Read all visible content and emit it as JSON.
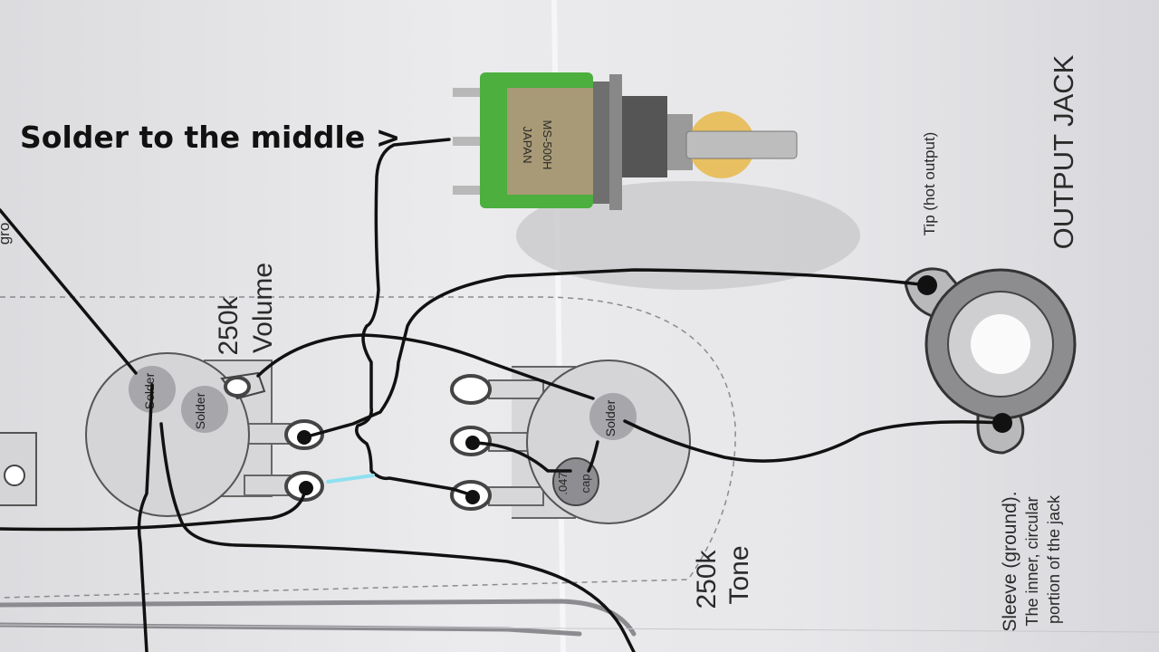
{
  "annotation": "Solder to the middle >",
  "switch": {
    "body_marking_1": "MS-500H",
    "body_marking_2": "JAPAN"
  },
  "labels": {
    "volume_value": "250k",
    "volume_name": "Volume",
    "tone_value": "250k",
    "tone_name": "Tone",
    "output_jack": "OUTPUT JACK",
    "tip": "Tip (hot output)",
    "sleeve": "Sleeve (ground).",
    "sleeve_desc_1": "The inner, circular",
    "sleeve_desc_2": "portion of the jack",
    "cap_value": ".047",
    "cap_word": "cap",
    "solder": "Solder",
    "edge_fragment": "gro"
  },
  "colors": {
    "paper": "#e7e7ea",
    "switch_green": "#4caf3e",
    "wire": "#111111",
    "jumper": "#8fe0ef",
    "knob": "#e8b84a"
  }
}
